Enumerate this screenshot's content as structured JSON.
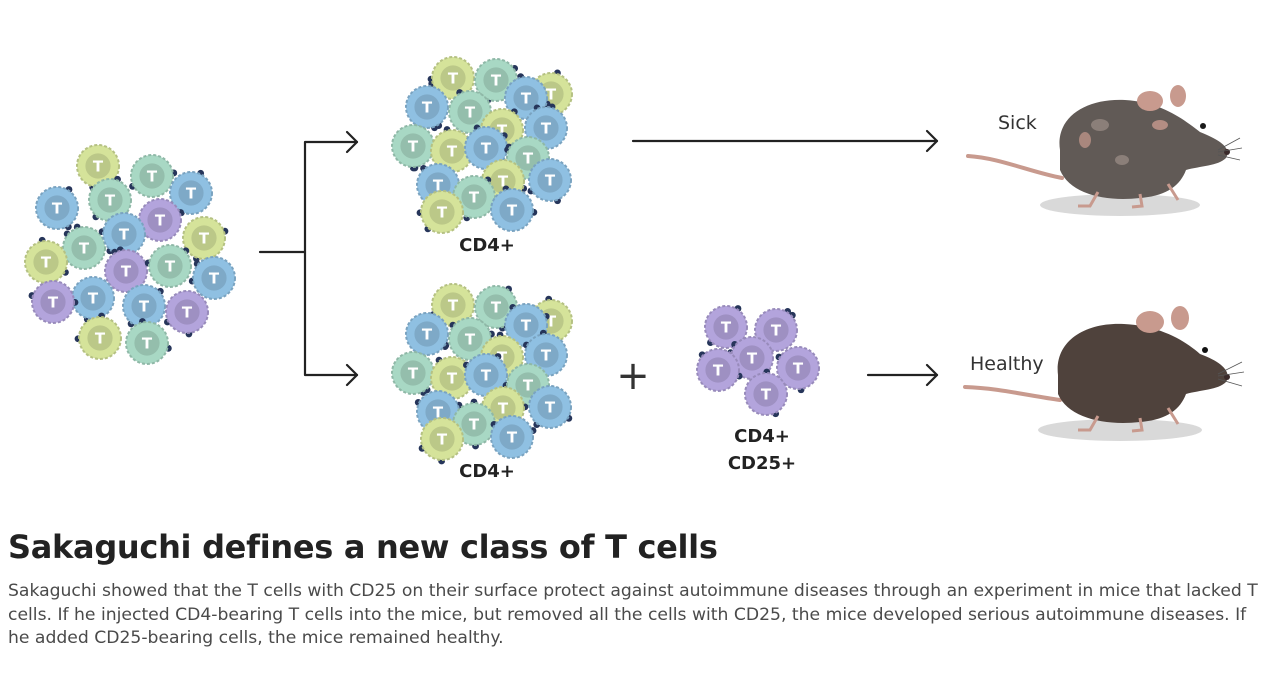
{
  "labels": {
    "top_group": "CD4+",
    "bottom_group": "CD4+",
    "treg_line1": "CD4+",
    "treg_line2": "CD25+",
    "plus_sign": "+",
    "sick": "Sick",
    "healthy": "Healthy",
    "cell_letter": "T"
  },
  "caption": {
    "title": "Sakaguchi defines a new class of T cells",
    "body": "Sakaguchi showed that the T cells with CD25 on their surface protect against autoimmune diseases through an experiment in mice that lacked T cells. If he injected CD4-bearing T cells into the mice, but removed all the cells with CD25, the mice developed serious autoimmune diseases. If he added CD25-bearing cells, the mice remained healthy."
  },
  "colors": {
    "blue": "#8fc0e2",
    "green": "#a8d8c4",
    "yellow": "#d5e39a",
    "purple": "#b3a4dc",
    "receptor": "#26355a",
    "arrow": "#222222",
    "sick_mouse": "#615a56",
    "healthy_mouse": "#4f423c",
    "mouse_pink": "#c89a8e"
  }
}
